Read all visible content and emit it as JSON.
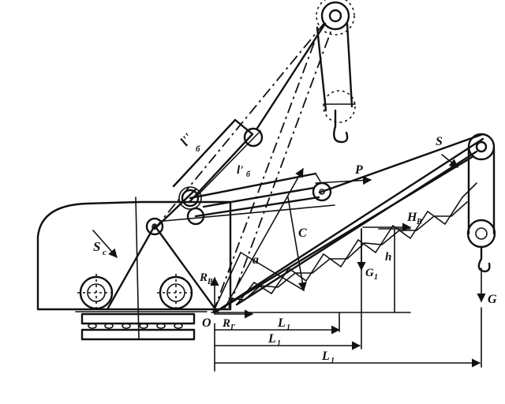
{
  "labels": {
    "sc": "S",
    "sc_sub": "c",
    "ld_double": "l''",
    "ld_double_sub": "б",
    "ld_single": "l'",
    "ld_single_sub": "б",
    "p": "P",
    "s": "S",
    "c": "C",
    "hb": "H",
    "hb_sub": "B",
    "rb": "R",
    "rb_sub": "B",
    "a": "a",
    "h": "h",
    "g1": "G",
    "g1_sub": "1",
    "g": "G",
    "o": "O",
    "rg": "R",
    "rg_sub": "Г",
    "l1_top": "L",
    "l1_top_sub": "1",
    "l1_mid": "L",
    "l1_mid_sub": "1",
    "l1_bot": "L",
    "l1_bot_sub": "1"
  }
}
